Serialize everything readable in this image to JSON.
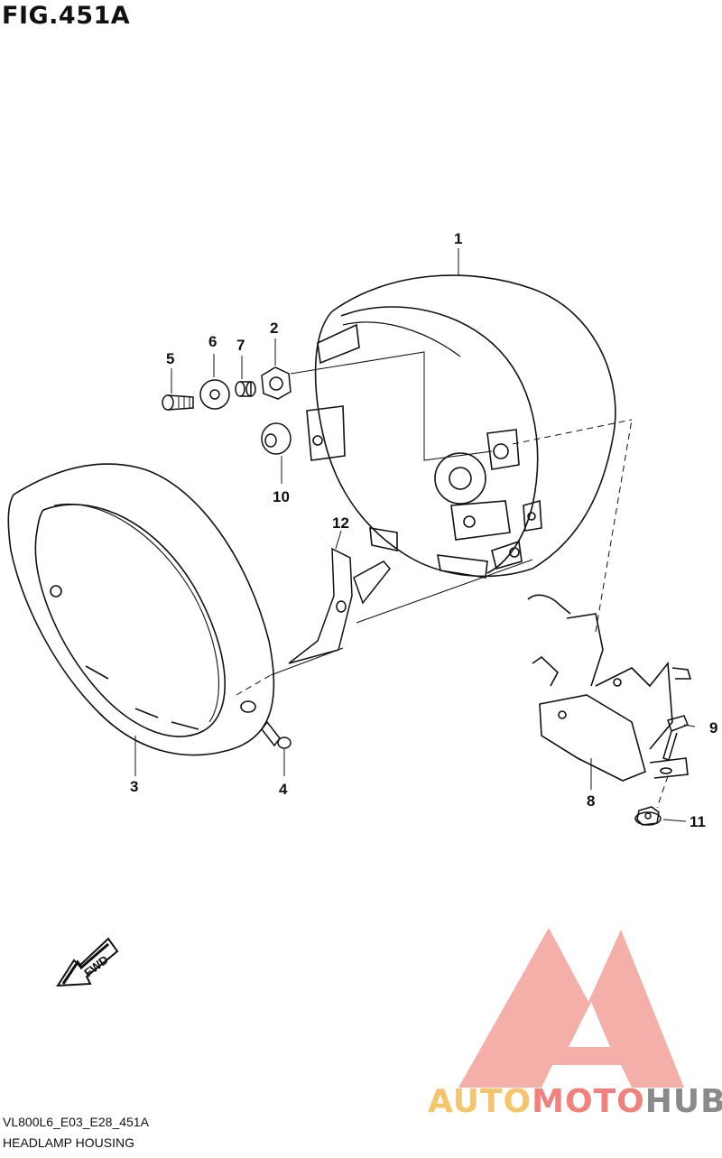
{
  "figure": {
    "title": "FIG.451A",
    "model_code": "VL800L6_E03_E28_451A",
    "section_name": "HEADLAMP HOUSING"
  },
  "callouts": [
    "1",
    "2",
    "3",
    "4",
    "5",
    "6",
    "7",
    "8",
    "9",
    "10",
    "11",
    "12"
  ],
  "fwd_label": "FWD",
  "watermark": {
    "part1": "AUTO",
    "part2": "MOTO",
    "part3": "HUB",
    "colors": {
      "auto": "#f6c46a",
      "moto": "#f2807c",
      "hub": "#8a8a8a",
      "logo": "#f4a6a0"
    }
  }
}
